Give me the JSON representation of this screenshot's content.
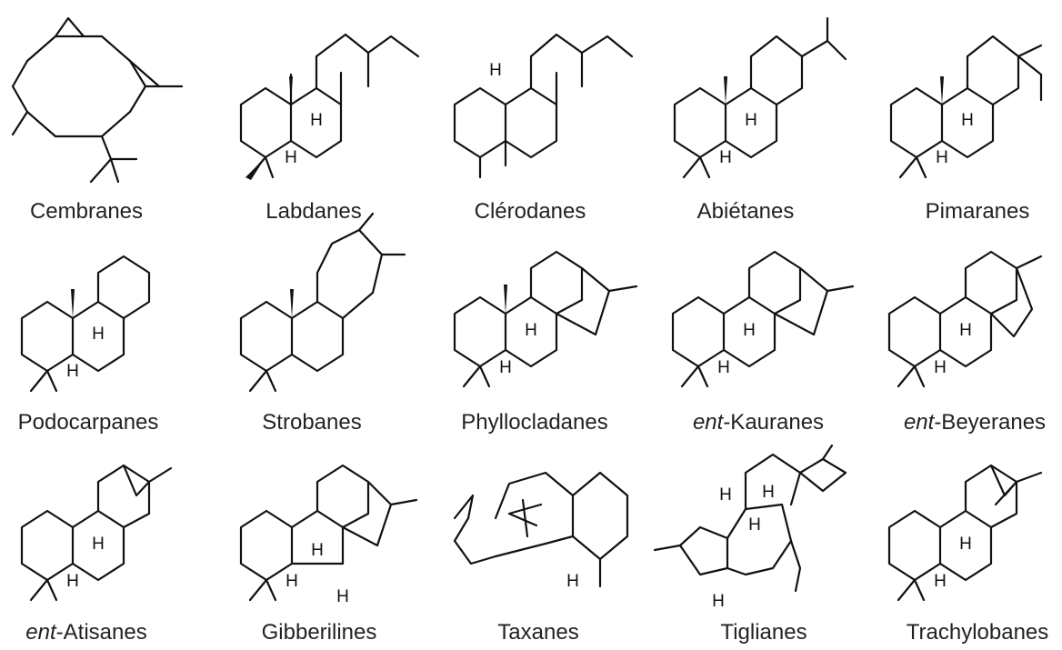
{
  "structures": [
    {
      "name": "Cembranes"
    },
    {
      "name": "Labdanes"
    },
    {
      "name": "Clérodanes"
    },
    {
      "name": "Abiétanes"
    },
    {
      "name": "Pimaranes"
    },
    {
      "name": "Podocarpanes"
    },
    {
      "name": "Strobanes"
    },
    {
      "name": "Phyllocladanes"
    },
    {
      "name": "-Kauranes",
      "prefix": "ent"
    },
    {
      "name": "-Beyeranes",
      "prefix": "ent"
    },
    {
      "name": "-Atisanes",
      "prefix": "ent"
    },
    {
      "name": "Gibberilines"
    },
    {
      "name": "Taxanes"
    },
    {
      "name": "Tiglianes"
    },
    {
      "name": "Trachylobanes"
    }
  ],
  "atom_label": "H",
  "colors": {
    "ink": "#111111",
    "background": "#ffffff"
  }
}
